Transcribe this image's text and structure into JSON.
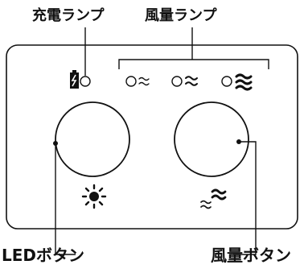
{
  "labels": {
    "charge_lamp": "充電ランプ",
    "wind_lamp": "風量ランプ",
    "led_button": "LEDボタン",
    "wind_button": "風量ボタン"
  },
  "icons": {
    "battery": "battery-charging-icon",
    "led": "sun-icon",
    "wind_low": "wind-level-1-icon",
    "wind_mid": "wind-level-2-icon",
    "wind_high": "wind-level-3-icon",
    "wind_button": "wind-icon"
  }
}
